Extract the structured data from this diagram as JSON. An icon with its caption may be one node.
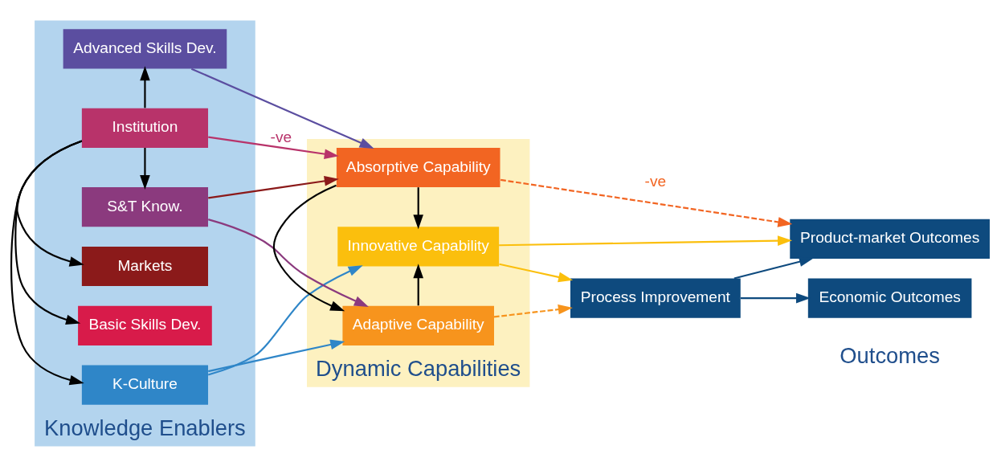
{
  "diagram": {
    "nodes": [
      {
        "text": [
          "Knowledge Enablers"
        ]
      },
      {
        "text": [
          "K-Culture"
        ],
        "in": 0
      },
      {
        "text": [
          "Advanced Skills Dev."
        ],
        "in": 0
      },
      {
        "text": [
          "S&T Know."
        ],
        "in": 0
      },
      {
        "text": [
          "Institution"
        ],
        "in": 0
      },
      {
        "text": [
          "Markets"
        ],
        "in": 0
      },
      {
        "text": [
          "Basic Skills Dev."
        ],
        "in": 0
      },
      {
        "text": [
          "Dynamic Capabilities"
        ]
      },
      {
        "text": [
          "Innovative Capability"
        ],
        "in": 7
      },
      {
        "text": [
          "Adaptive Capability"
        ],
        "in": 7
      },
      {
        "text": [
          "Absorptive Capability"
        ],
        "in": 7
      },
      {
        "text": [
          "Product-market Outcomes"
        ]
      },
      {
        "text": [
          "Process Improvement"
        ]
      },
      {
        "text": [
          "Economic Outcomes"
        ]
      }
    ],
    "edges": [
      {
        "from": 4,
        "to": 1,
        "arrow": "to"
      },
      {
        "from": 4,
        "to": 2,
        "arrow": "to"
      },
      {
        "from": 4,
        "to": 3,
        "arrow": "to"
      },
      {
        "from": 4,
        "to": 5,
        "arrow": "to"
      },
      {
        "from": 4,
        "to": 6,
        "arrow": "to"
      },
      {
        "from": 1,
        "to": 8,
        "arrow": "to",
        "color": "#2f86c8"
      },
      {
        "from": 1,
        "to": 9,
        "arrow": "to",
        "color": "#2f86c8"
      },
      {
        "from": 2,
        "to": 10,
        "arrow": "to",
        "color": "#5b4ea0"
      },
      {
        "from": 3,
        "to": 9,
        "arrow": "to",
        "color": "#8b3a7e"
      },
      {
        "from": 3,
        "to": 10,
        "arrow": "to",
        "color": "#8b1a1a"
      },
      {
        "from": 4,
        "to": 10,
        "arrow": "to",
        "label": "-ve",
        "color": "#b8336a"
      },
      {
        "from": 10,
        "to": 9,
        "arrow": "to"
      },
      {
        "from": 9,
        "to": 8,
        "arrow": "to"
      },
      {
        "from": 10,
        "to": 8,
        "arrow": "to"
      },
      {
        "from": 8,
        "to": 11,
        "arrow": "to",
        "color": "#fbbf0d"
      },
      {
        "from": 8,
        "to": 12,
        "arrow": "to",
        "color": "#fbbf0d"
      },
      {
        "from": 9,
        "to": 12,
        "arrow": "to",
        "style": "dashed",
        "color": "#f7941d"
      },
      {
        "from": 10,
        "to": 11,
        "arrow": "to",
        "style": "dashed",
        "label": "-ve",
        "color": "#f26522"
      },
      {
        "from": 12,
        "to": 11,
        "arrow": "to",
        "color": "#0e4a7e"
      },
      {
        "from": 12,
        "to": 13,
        "arrow": "to",
        "color": "#0e4a7e"
      }
    ],
    "labels": [
      "Outcomes"
    ]
  }
}
